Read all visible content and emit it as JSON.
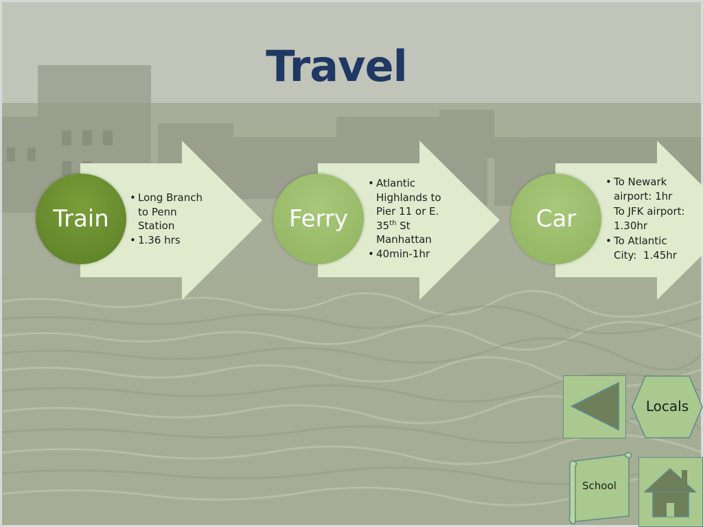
{
  "slide": {
    "title": "Travel"
  },
  "process": [
    {
      "label": "Train",
      "bullets": [
        {
          "bullet": true,
          "lines": [
            "Long Branch",
            "to Penn",
            "Station"
          ]
        },
        {
          "bullet": true,
          "lines": [
            "1.36 hrs"
          ]
        }
      ]
    },
    {
      "label": "Ferry",
      "bullets": [
        {
          "bullet": true,
          "lines": [
            "Atlantic",
            "Highlands to",
            "Pier 11 or E.",
            "35th St",
            "Manhattan"
          ]
        },
        {
          "bullet": true,
          "lines": [
            "40min-1hr"
          ]
        }
      ]
    },
    {
      "label": "Car",
      "bullets": [
        {
          "bullet": true,
          "lines": [
            "To Newark",
            "airport: 1hr"
          ]
        },
        {
          "bullet": false,
          "lines": [
            "To JFK airport:",
            "1.30hr"
          ]
        },
        {
          "bullet": true,
          "lines": [
            "To Atlantic",
            "City:  1.45hr"
          ]
        }
      ]
    }
  ],
  "nav": {
    "locals_label": "Locals",
    "school_label": "School"
  },
  "icons": {
    "back": "back-triangle-icon",
    "home": "home-icon"
  },
  "colors": {
    "title": "#1f3864",
    "arrow": "#e2edd0",
    "train_circle": "#6a8e2f",
    "ferry_car_circle": "#9dbd6c",
    "nav_button": "#a9c98e"
  }
}
